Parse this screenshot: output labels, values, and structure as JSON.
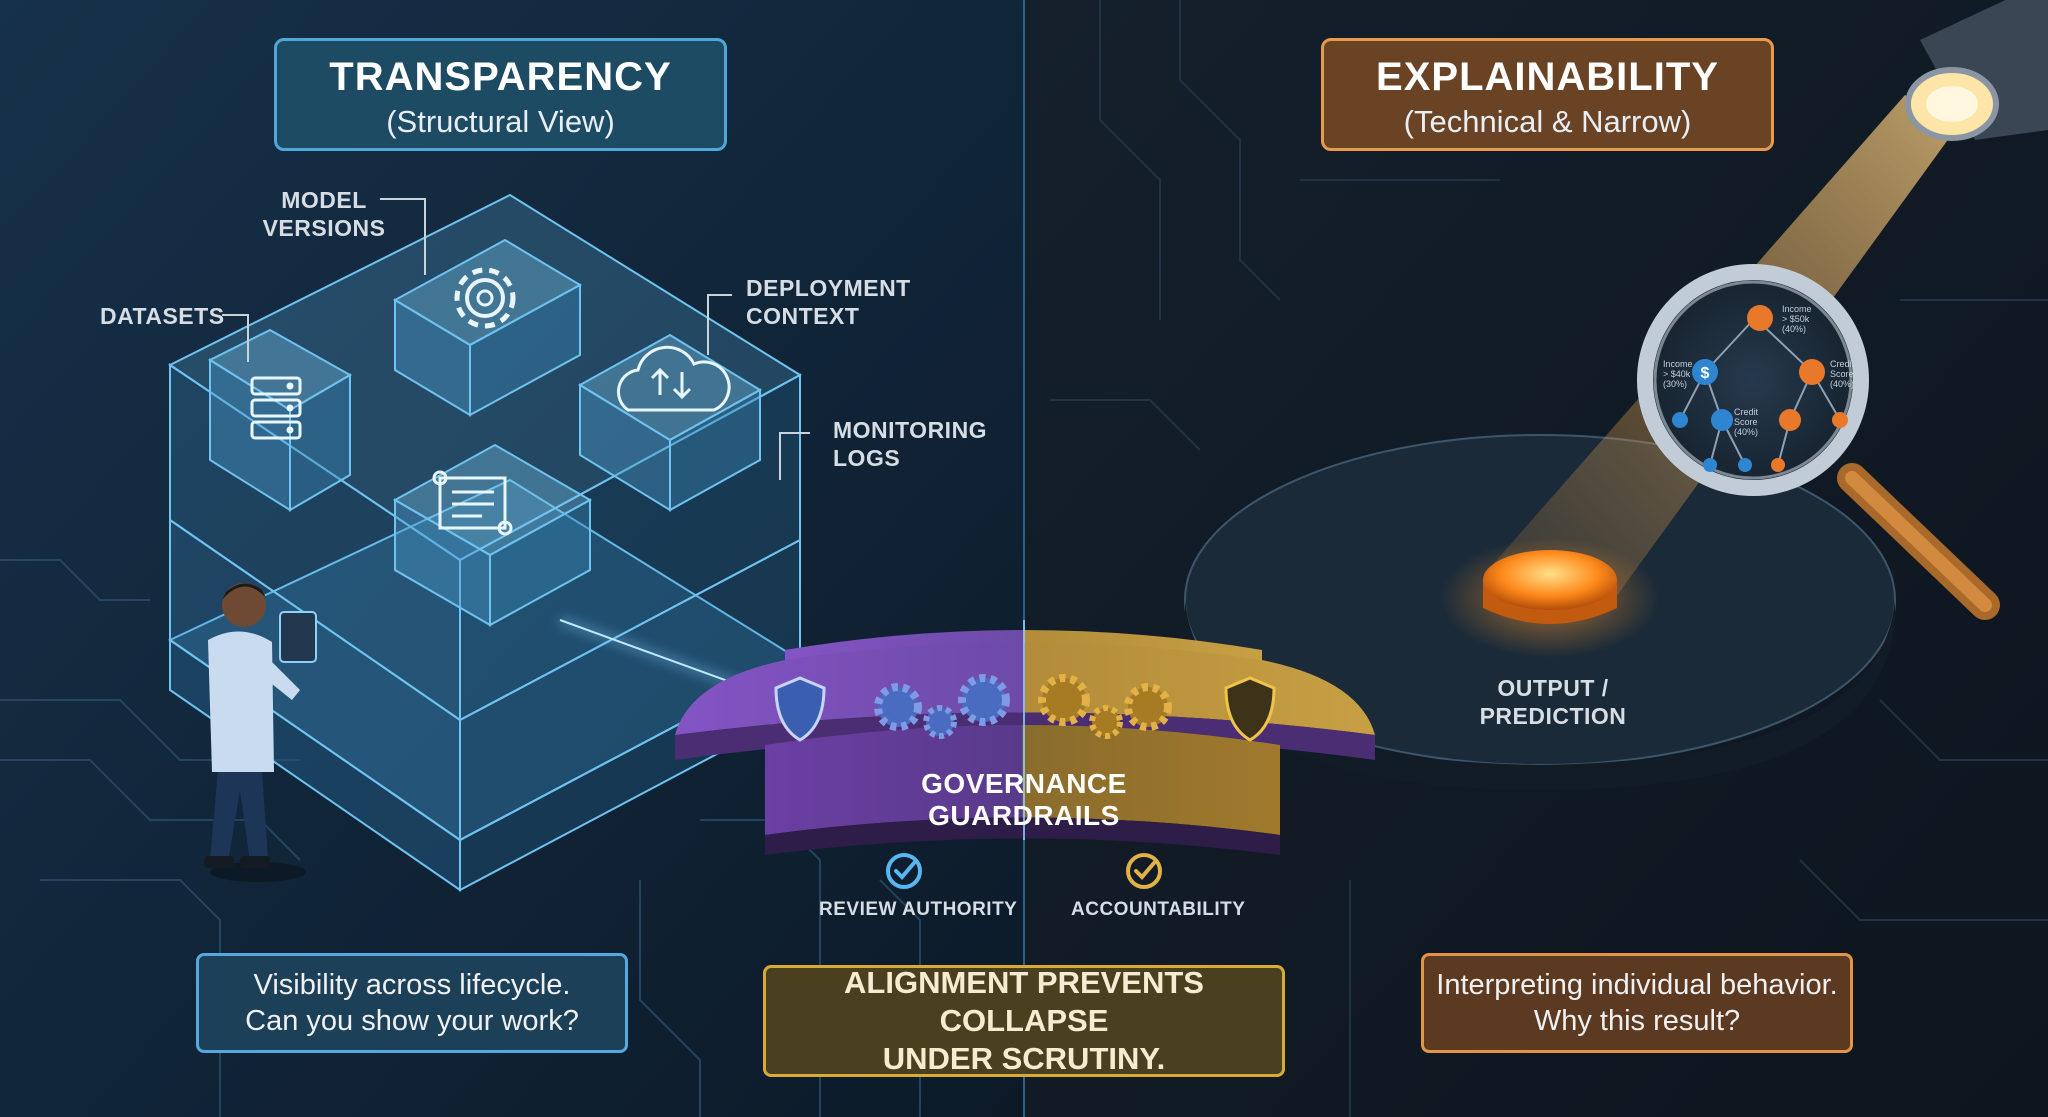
{
  "transparency": {
    "title": "TRANSPARENCY",
    "subtitle": "(Structural View)"
  },
  "explainability": {
    "title": "EXPLAINABILITY",
    "subtitle": "(Technical & Narrow)"
  },
  "labels": {
    "model_versions": "MODEL\nVERSIONS",
    "datasets": "DATASETS",
    "deployment_context": "DEPLOYMENT\nCONTEXT",
    "monitoring_logs": "MONITORING\nLOGS",
    "governance": "GOVERNANCE\nGUARDRAILS",
    "review_authority": "REVIEW AUTHORITY",
    "accountability": "ACCOUNTABILITY",
    "output_prediction": "OUTPUT /\nPREDICTION"
  },
  "captions": {
    "left": {
      "line1": "Visibility across lifecycle.",
      "line2": "Can you show your work?"
    },
    "center": {
      "line1": "ALIGNMENT PREVENTS COLLAPSE",
      "line2": "UNDER SCRUTINY."
    },
    "right": {
      "line1": "Interpreting individual behavior.",
      "line2": "Why this result?"
    }
  },
  "tree_labels": {
    "root": "Income\n> $50k\n(40%)",
    "left": "Income\n> $40k\n(30%)",
    "right": "Credit\nScore\n(40%)",
    "leaf": "Credit\nScore\n(40%)"
  },
  "colors": {
    "transparency_accent": "#4fa8d8",
    "explainability_accent": "#e79a4b",
    "governance_purple": "#5b3a8e",
    "governance_gold": "#9c7a2e",
    "background": "#0f1c2a"
  },
  "icons": [
    "gear-icon",
    "database-icon",
    "cloud-sync-icon",
    "scroll-icon",
    "shield-icon",
    "check-icon",
    "magnifier-icon",
    "spotlight-icon",
    "person-icon"
  ]
}
